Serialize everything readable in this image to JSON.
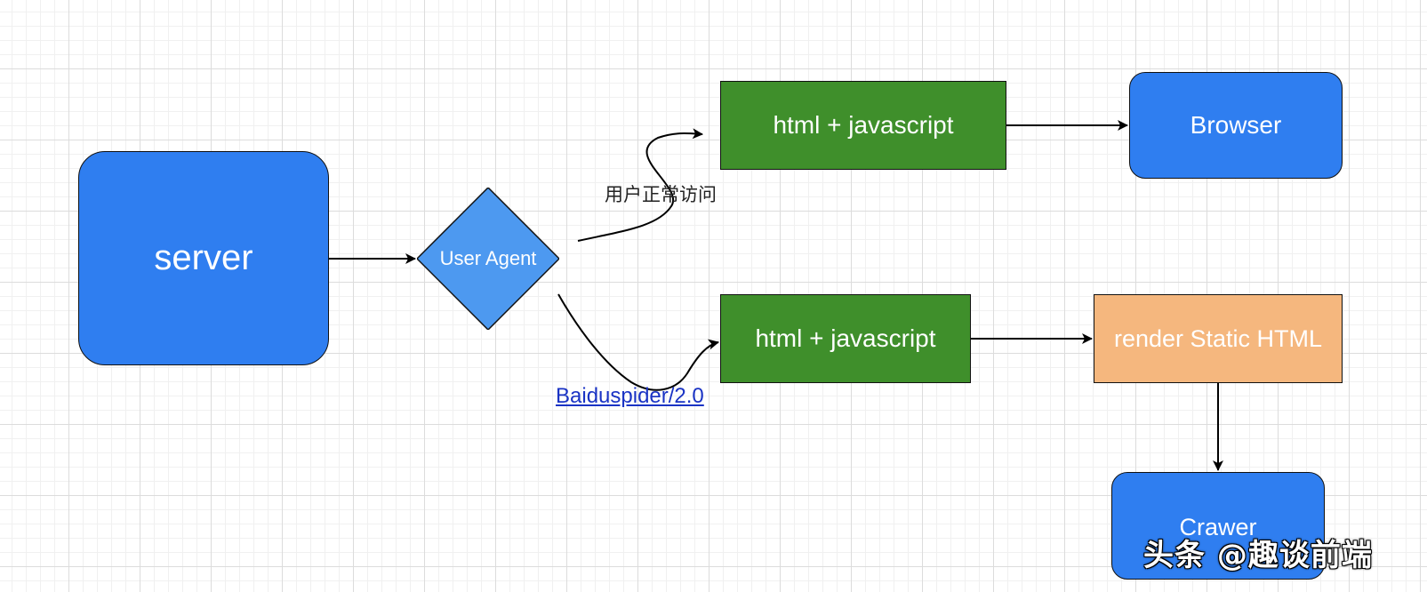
{
  "nodes": {
    "server": "server",
    "user_agent": "User Agent",
    "html_top": "html + javascript",
    "html_bottom": "html + javascript",
    "browser": "Browser",
    "render": "render Static HTML",
    "crawer": "Crawer"
  },
  "edge_labels": {
    "normal_access": "用户正常访问",
    "spider": "Baiduspider/2.0"
  },
  "watermark": "头条 @趣谈前端",
  "colors": {
    "blue_node": "#2f7ef0",
    "light_blue_node": "#4d99f0",
    "green_node": "#3f8f2b",
    "orange_node": "#f5b77e",
    "link": "#1a33c4"
  }
}
